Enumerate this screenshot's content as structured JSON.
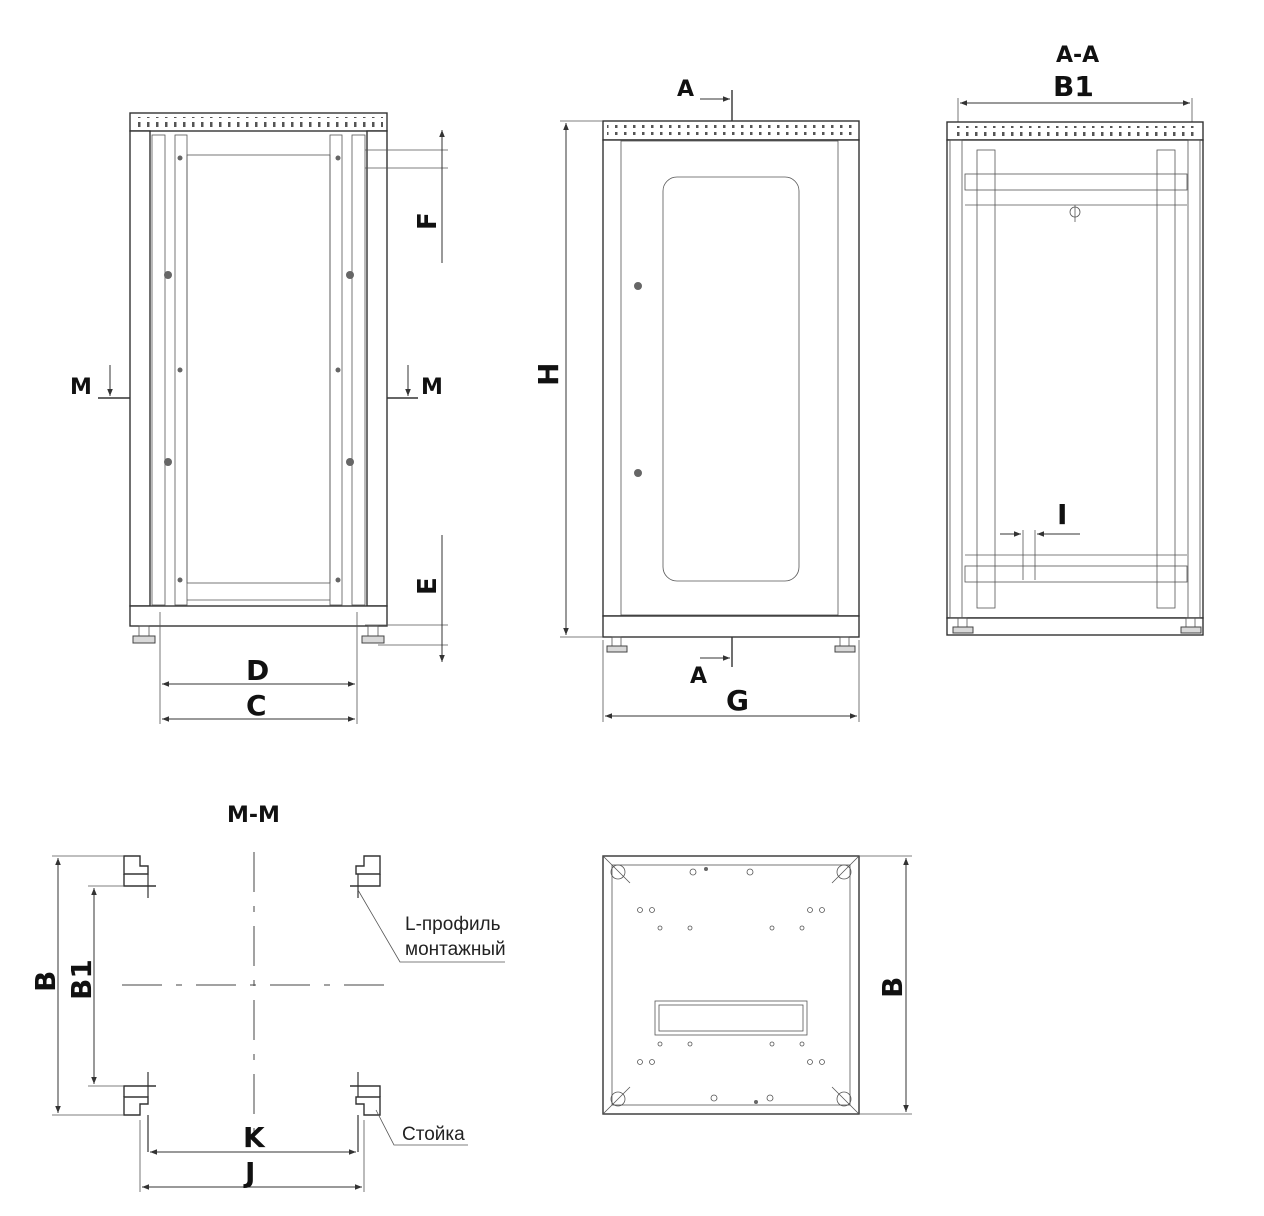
{
  "labels": {
    "section_mm": "M-M",
    "section_aa": "A-A",
    "cut_m": "M",
    "cut_a": "A",
    "dim_b": "B",
    "dim_b1": "B1",
    "dim_c": "C",
    "dim_d": "D",
    "dim_e": "E",
    "dim_f": "F",
    "dim_g": "G",
    "dim_h": "H",
    "dim_i": "I",
    "dim_j": "J",
    "dim_k": "K"
  },
  "notes": {
    "l_profile_line1": "L-профиль",
    "l_profile_line2": "монтажный",
    "post": "Стойка"
  }
}
